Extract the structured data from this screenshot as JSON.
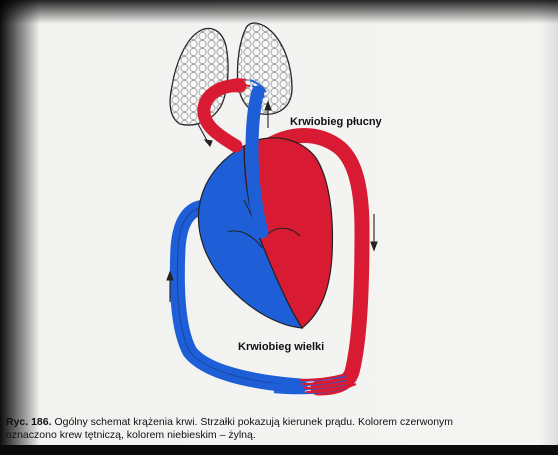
{
  "labels": {
    "pulmonary": "Krwiobieg płucny",
    "systemic": "Krwiobieg wielki"
  },
  "caption": {
    "figure_number": "Ryc. 186.",
    "line1": "Ogólny schemat krążenia krwi. Strzałki pokazują kierunek prądu. Kolorem czerwonym",
    "line2": "oznaczono krew tętniczą, kolorem niebieskim – żylną."
  },
  "colors": {
    "arterial": "#d81b32",
    "venous": "#1e5fd8",
    "lung_fill": "#f5f5f5",
    "outline": "#222222"
  }
}
